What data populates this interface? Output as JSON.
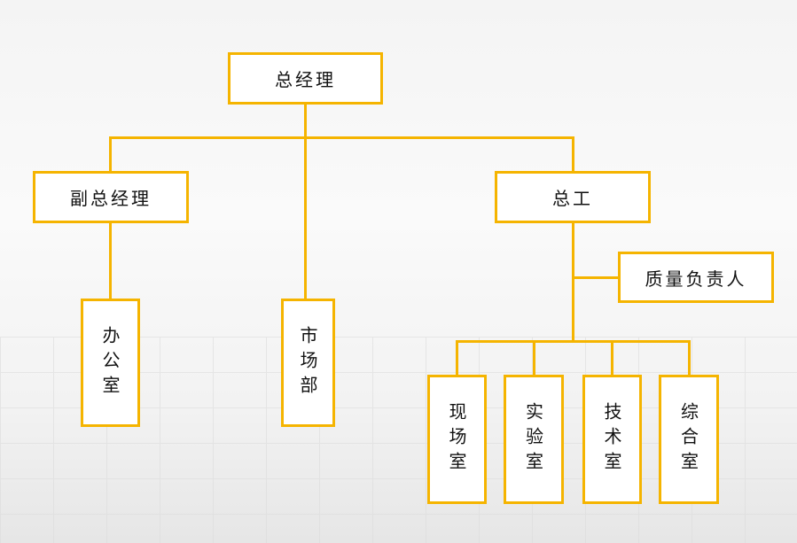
{
  "nodes": {
    "ceo": "总经理",
    "deputy": "副总经理",
    "chief_engineer": "总工",
    "quality": "质量负责人",
    "office": "办公室",
    "market": "市场部",
    "site": "现场室",
    "lab": "实验室",
    "tech": "技术室",
    "general": "综合室"
  },
  "colors": {
    "border": "#f5b400"
  }
}
